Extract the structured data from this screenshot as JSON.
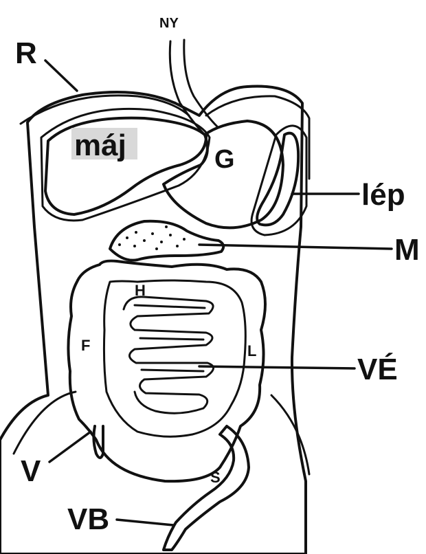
{
  "labels": {
    "ny": "NY",
    "r": "R",
    "maj": "máj",
    "g": "G",
    "lep": "lép",
    "m": "M",
    "h": "H",
    "f": "F",
    "l": "L",
    "ve": "VÉ",
    "v": "V",
    "s": "S",
    "vb": "VB"
  },
  "colors": {
    "ink": "#111111",
    "liver_fill": "#8a8a8a",
    "liver_label_bg": "#d9d9d9",
    "spleen_fill": "#111111",
    "body_fill": "#ececec",
    "organ_fill": "#f4f4f4",
    "background": "#ffffff"
  }
}
